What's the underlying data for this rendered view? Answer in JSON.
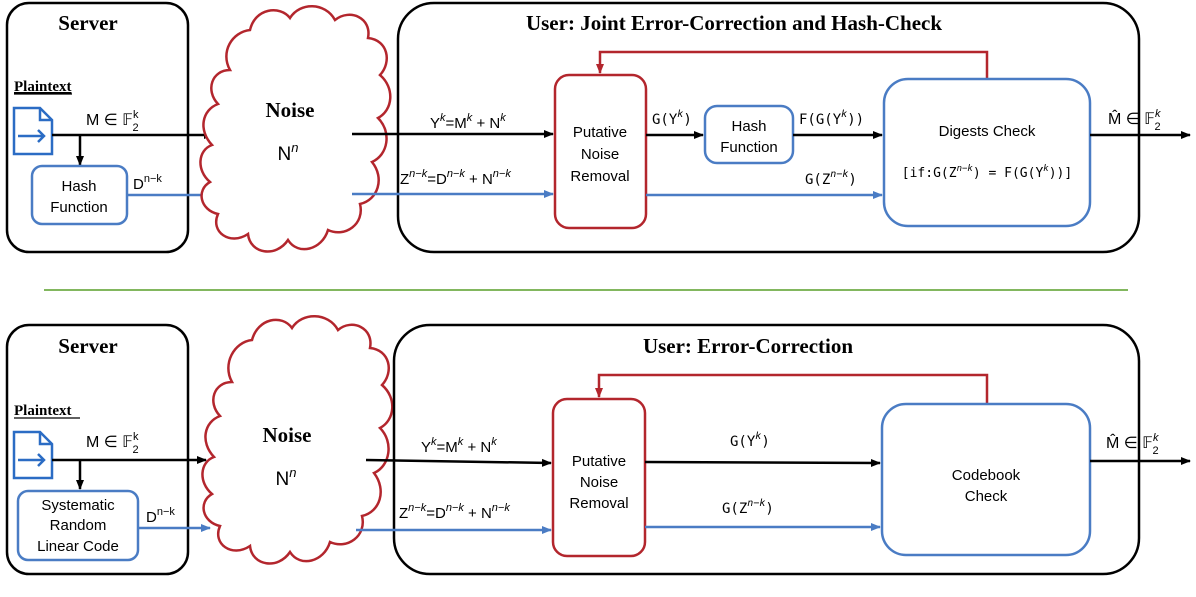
{
  "colors": {
    "black": "#000000",
    "blue": "#4a7cc4",
    "red": "#b3262d",
    "icon_blue": "#2b6cc4",
    "divider": "#70ad47"
  },
  "top": {
    "server": {
      "title": "Server",
      "plaintext_label": "Plaintext",
      "message": "M ∈ 𝔽",
      "message_sub": "2",
      "message_sup": "k",
      "hash_box": [
        "Hash",
        "Function"
      ],
      "digest_base": "D",
      "digest_sup": "n−k",
      "icon": "document-icon"
    },
    "noise": {
      "title": "Noise",
      "symbol": "N",
      "symbol_sup": "n"
    },
    "user": {
      "title": "User: Joint Error-Correction and Hash-Check",
      "y_eq": {
        "y": "Y",
        "k": "k",
        "eq": "=M",
        "k2": "k",
        "plus": " + N",
        "k3": "k"
      },
      "z_eq": {
        "z": "Z",
        "nk": "n−k",
        "eq": "=D",
        "nk2": "n−k",
        "plus": " + N",
        "nk3": "n−k"
      },
      "putative_box": [
        "Putative",
        "Noise",
        "Removal"
      ],
      "g_y": {
        "pre": "G(Y",
        "sup": "k",
        "post": ")"
      },
      "hash_box": [
        "Hash",
        "Function"
      ],
      "f_g_y": {
        "pre": "F(G(Y",
        "sup": "k",
        "post": "))"
      },
      "g_z": {
        "pre": "G(Z",
        "sup": "n−k",
        "post": ")"
      },
      "digest_box_title": "Digests Check",
      "digest_condition": {
        "pre": "if:G(Z",
        "sup": "n−k",
        "mid": ") = F(G(Y",
        "sup2": "k",
        "post": "))"
      },
      "output": {
        "base": "M̂ ∈ 𝔽",
        "sub": "2",
        "sup": "k"
      }
    }
  },
  "bottom": {
    "server": {
      "title": "Server",
      "plaintext_label": "Plaintext",
      "message": "M ∈ 𝔽",
      "message_sub": "2",
      "message_sup": "k",
      "code_box": [
        "Systematic",
        "Random",
        "Linear Code"
      ],
      "digest_base": "D",
      "digest_sup": "n−k",
      "icon": "document-icon"
    },
    "noise": {
      "title": "Noise",
      "symbol": "N",
      "symbol_sup": "n"
    },
    "user": {
      "title": "User: Error-Correction",
      "y_eq": {
        "y": "Y",
        "k": "k",
        "eq": "=M",
        "k2": "k",
        "plus": " + N",
        "k3": "k"
      },
      "z_eq": {
        "z": "Z",
        "nk": "n−k",
        "eq": "=D",
        "nk2": "n−k",
        "plus": " + N",
        "nk3": "n−k"
      },
      "putative_box": [
        "Putative",
        "Noise",
        "Removal"
      ],
      "g_y": {
        "pre": "G(Y",
        "sup": "k",
        "post": ")"
      },
      "g_z": {
        "pre": "G(Z",
        "sup": "n−k",
        "post": ")"
      },
      "codebook_box": [
        "Codebook",
        "Check"
      ],
      "output": {
        "base": "M̂ ∈ 𝔽",
        "sub": "2",
        "sup": "k"
      }
    }
  }
}
